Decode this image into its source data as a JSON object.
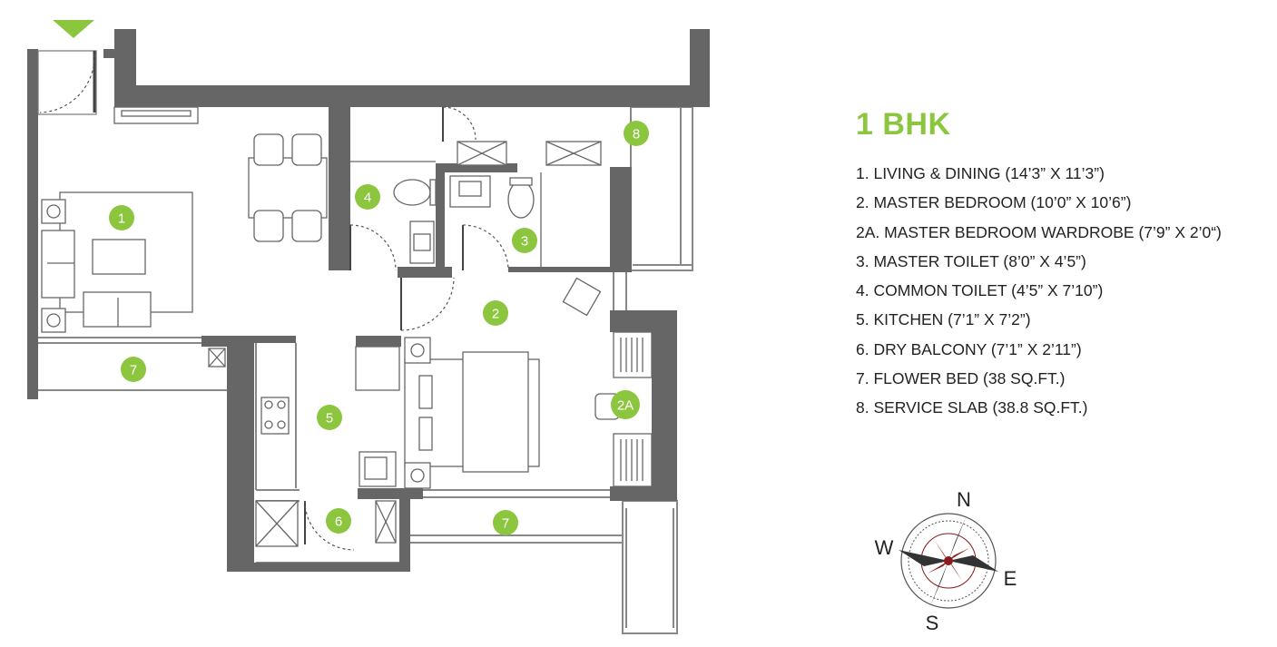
{
  "plan": {
    "title": "1 BHK",
    "accent_color": "#8cc63f",
    "wall_color": "#666666",
    "rooms": [
      "1. LIVING & DINING (14’3” X 11’3”)",
      "2. MASTER BEDROOM (10’0” X 10’6”)",
      "2A. MASTER BEDROOM WARDROBE (7’9” X 2’0“)",
      "3. MASTER TOILET (8’0” X 4’5”)",
      "4. COMMON TOILET (4’5” X 7’10”)",
      "5. KITCHEN (7’1” X 7’2”)",
      "6. DRY BALCONY (7’1” X 2’11”)",
      "7. FLOWER BED (38 SQ.FT.)",
      "8. SERVICE SLAB (38.8 SQ.FT.)"
    ],
    "badges": {
      "living": "1",
      "bedroom": "2",
      "wardrobe": "2A",
      "master_toilet": "3",
      "common_toilet": "4",
      "kitchen": "5",
      "dry_balcony": "6",
      "flower_bed_left": "7",
      "flower_bed_bottom": "7",
      "service_slab": "8"
    },
    "compass": {
      "north": "N",
      "south": "S",
      "east": "E",
      "west": "W"
    }
  }
}
